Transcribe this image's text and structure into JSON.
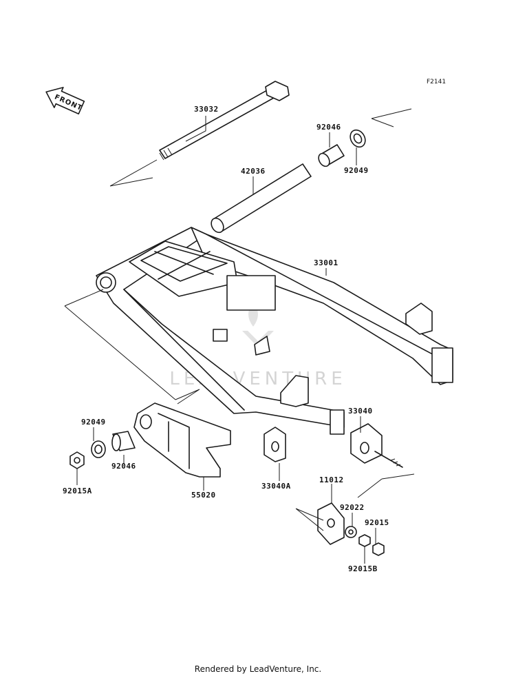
{
  "figure_code": "F2141",
  "front_arrow_label": "FRONT",
  "watermark": "LEADVENTURE",
  "footer": "Rendered by LeadVenture, Inc.",
  "parts": [
    {
      "id": "p33032",
      "number": "33032"
    },
    {
      "id": "p92046a",
      "number": "92046"
    },
    {
      "id": "p92049a",
      "number": "92049"
    },
    {
      "id": "p42036",
      "number": "42036"
    },
    {
      "id": "p33001",
      "number": "33001"
    },
    {
      "id": "p33040",
      "number": "33040"
    },
    {
      "id": "p92049b",
      "number": "92049"
    },
    {
      "id": "p92046b",
      "number": "92046"
    },
    {
      "id": "p92015A",
      "number": "92015A"
    },
    {
      "id": "p55020",
      "number": "55020"
    },
    {
      "id": "p33040A",
      "number": "33040A"
    },
    {
      "id": "p11012",
      "number": "11012"
    },
    {
      "id": "p92022",
      "number": "92022"
    },
    {
      "id": "p92015",
      "number": "92015"
    },
    {
      "id": "p92015B",
      "number": "92015B"
    }
  ]
}
